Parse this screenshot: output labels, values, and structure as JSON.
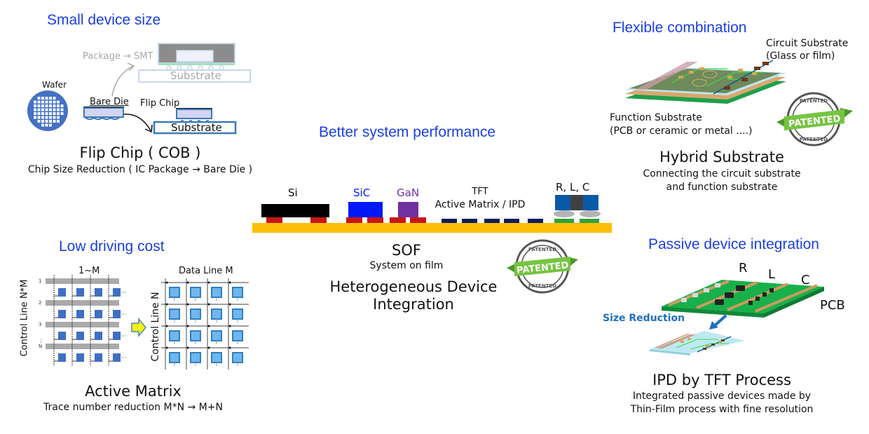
{
  "small_device": {
    "title": "Small device size",
    "wafer_label": "Wafer",
    "package_label": "Package → SMT",
    "substrate_top": "Substrate",
    "bare_die_label": "Bare Die",
    "flip_chip_label": "Flip Chip",
    "substrate_bottom": "Substrate",
    "heading": "Flip Chip ( COB )",
    "subtitle": "Chip Size Reduction ( IC Package → Bare Die )"
  },
  "low_cost": {
    "title": "Low driving cost",
    "left_top_label": "1~M",
    "left_side_label": "Control Line N*M",
    "row_labels": [
      "1",
      "2",
      "3",
      "⋮",
      "N"
    ],
    "ellipsis": "···",
    "right_top_label": "Data Line M",
    "right_side_label": "Control Line N",
    "heading": "Active Matrix",
    "subtitle": "Trace number reduction M*N → M+N"
  },
  "performance": {
    "title": "Better system performance",
    "labels": {
      "si": "Si",
      "sic": "SiC",
      "gan": "GaN",
      "tft": "TFT",
      "tft_sub": "Active Matrix / IPD",
      "rlc": "R, L, C"
    },
    "colors": {
      "film": "#fcbe07",
      "si": "#000000",
      "sic": "#0019f4",
      "gan": "#7030a0",
      "pad": "#c81518",
      "tft": "#0c1c5e",
      "rlc_blue": "#0a5aa8",
      "rlc_dark": "#404040",
      "solder": "#b4b4b4",
      "green_pad": "#2ea23a"
    },
    "heading": "SOF",
    "subtitle": "System on film",
    "heading2_line1": "Heterogeneous Device",
    "heading2_line2": "Integration",
    "badge": {
      "ribbon": "PATENTED",
      "ring_top": "PATENTED",
      "ring_bottom": "PATENTED"
    }
  },
  "flexible": {
    "title": "Flexible combination",
    "circuit_label_1": "Circuit Substrate",
    "circuit_label_2": "(Glass or film)",
    "function_label_1": "Function Substrate",
    "function_label_2": "(PCB or ceramic or metal ....)",
    "heading": "Hybrid Substrate",
    "subtitle_1": "Connecting the circuit substrate",
    "subtitle_2": "and function substrate",
    "badge": {
      "ribbon": "PATENTED",
      "ring_top": "PATENTED",
      "ring_bottom": "PATENTED"
    }
  },
  "passive": {
    "title": "Passive device integration",
    "r_label": "R",
    "l_label": "L",
    "c_label": "C",
    "pcb_label": "PCB",
    "size_reduction": "Size Reduction",
    "heading": "IPD by TFT Process",
    "subtitle_1": "Integrated passive devices made by",
    "subtitle_2": "Thin-Film process with fine resolution"
  }
}
